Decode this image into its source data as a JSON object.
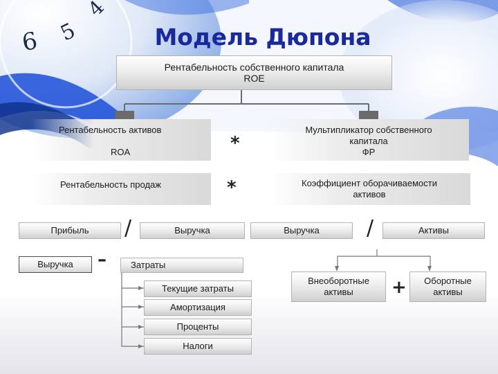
{
  "title": "Модель Дюпона",
  "roe": {
    "line1": "Рентабельность собственного капитала",
    "line2": "ROE"
  },
  "roa": {
    "line1": "Рентабельность активов",
    "line2": "ROA"
  },
  "multiplier": {
    "line1": "Мультипликатор собственного",
    "line2": "капитала",
    "line3": "ФР"
  },
  "sales_profitability": "Рентабельность продаж",
  "asset_turnover": {
    "line1": "Коэффициент оборачиваемости",
    "line2": "активов"
  },
  "profit": "Прибыль",
  "revenue_left": "Выручка",
  "revenue_right": "Выручка",
  "assets": "Активы",
  "revenue_bottom": "Выручка",
  "costs": "Затраты",
  "current_costs": "Текущие затраты",
  "depreciation": "Амортизация",
  "interest": "Проценты",
  "taxes": "Налоги",
  "noncurrent_assets": {
    "line1": "Внеоборотные",
    "line2": "активы"
  },
  "current_assets": {
    "line1": "Оборотные",
    "line2": "активы"
  },
  "operators": {
    "multiply": "*",
    "divide": "/",
    "minus": "–",
    "plus": "+"
  },
  "decor_digits": [
    "6",
    "5",
    "4"
  ],
  "colors": {
    "title": "#1a2a9c",
    "decor_blue": "#1c4fd8",
    "arrow": "#6b6b6b"
  }
}
